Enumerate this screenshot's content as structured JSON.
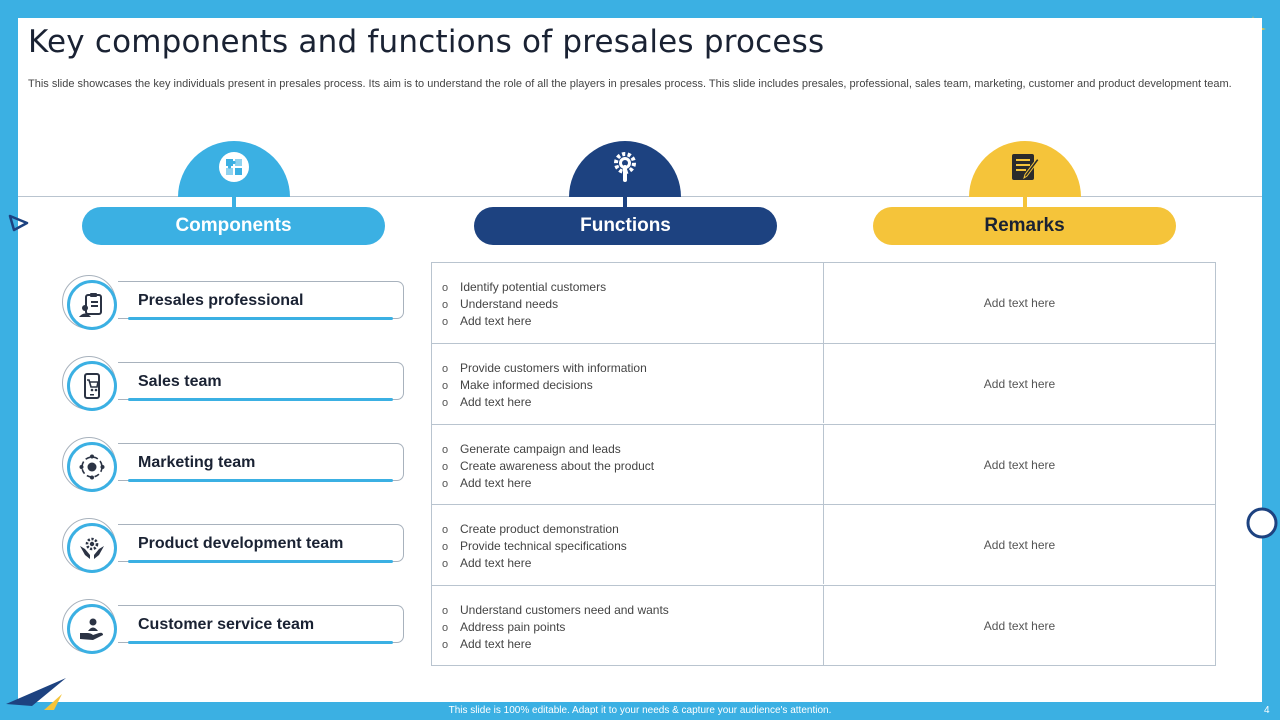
{
  "title": "Key components and functions of presales process",
  "description": "This slide showcases the key individuals present in presales process. Its aim is to understand the role of all the players in presales process. This slide includes presales, professional, sales team, marketing, customer and product development team.",
  "headers": {
    "components": "Components",
    "functions": "Functions",
    "remarks": "Remarks"
  },
  "colors": {
    "frame": "#3BB0E3",
    "components": "#3BB0E3",
    "functions": "#1D4280",
    "remarks": "#F5C43A"
  },
  "icons": {
    "components": "puzzle-icon",
    "functions": "wrench-gear-icon",
    "remarks": "notepad-pen-icon"
  },
  "rows": [
    {
      "component": "Presales professional",
      "icon": "clipboard-person-icon",
      "functions": [
        "Identify potential customers",
        "Understand needs",
        "Add text here"
      ],
      "remark": "Add text here"
    },
    {
      "component": "Sales team",
      "icon": "mobile-cart-icon",
      "functions": [
        "Provide  customers with information",
        "Make informed decisions",
        "Add text here"
      ],
      "remark": "Add text here"
    },
    {
      "component": "Marketing team",
      "icon": "marketing-cycle-icon",
      "functions": [
        "Generate campaign and leads",
        "Create awareness about the product",
        "Add text here"
      ],
      "remark": "Add text here"
    },
    {
      "component": "Product development team",
      "icon": "hands-gear-icon",
      "functions": [
        "Create product demonstration",
        "Provide  technical specifications",
        "Add text here"
      ],
      "remark": "Add text here"
    },
    {
      "component": "Customer service team",
      "icon": "hand-person-icon",
      "functions": [
        "Understand customers need and wants",
        "Address pain points",
        "Add text here"
      ],
      "remark": "Add text here"
    }
  ],
  "footer": "This slide is 100% editable.  Adapt it to your needs & capture your audience's attention.",
  "page_number": "4"
}
